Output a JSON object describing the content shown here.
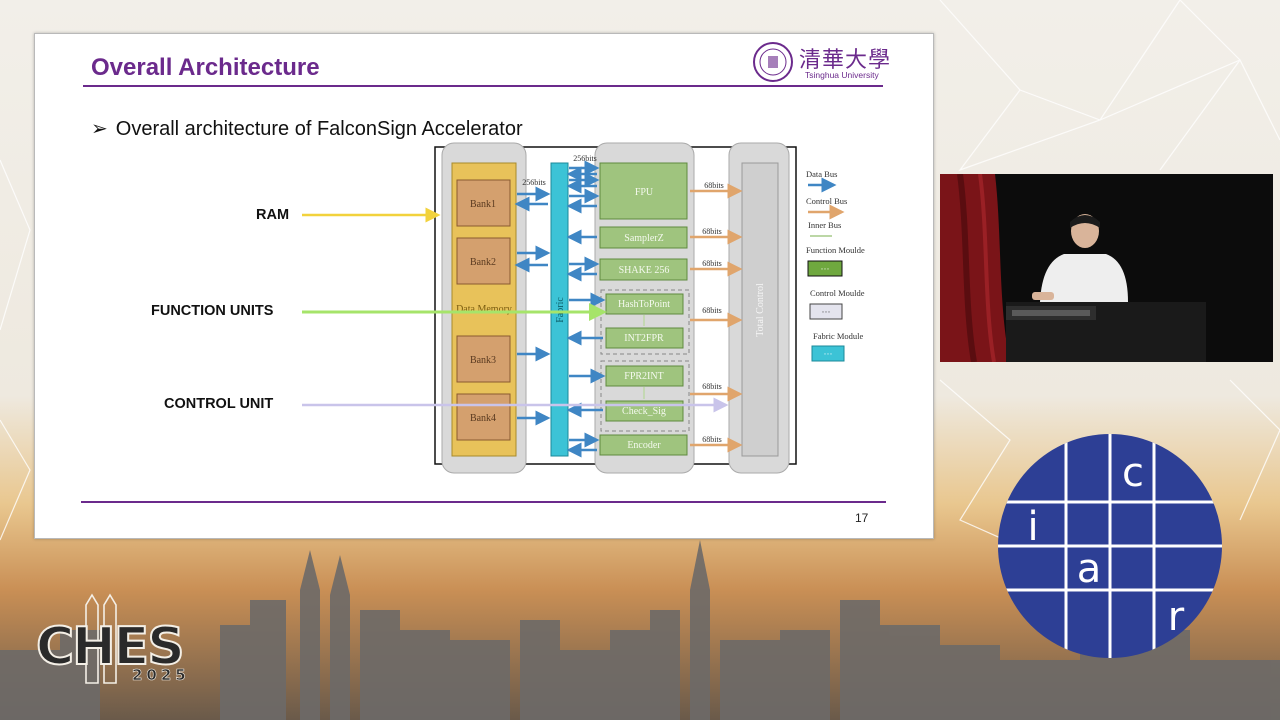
{
  "slide": {
    "title": "Overall Architecture",
    "bullet_marker": "➢",
    "bullet": "Overall architecture of FalconSign Accelerator",
    "page_number": "17",
    "logo": {
      "chinese": "清華大學",
      "english": "Tsinghua University"
    }
  },
  "labels": {
    "ram": "RAM",
    "function_units": "FUNCTION UNITS",
    "control_unit": "CONTROL UNIT"
  },
  "diagram": {
    "banks": [
      "Bank1",
      "Bank2",
      "Bank3",
      "Bank4"
    ],
    "data_memory": "Data Memory",
    "fabric": "Fabric",
    "total_control": "Total Control",
    "modules": [
      "FPU",
      "SamplerZ",
      "SHAKE 256",
      "HashToPoint",
      "INT2FPR",
      "FPR2INT",
      "Check_Sig",
      "Encoder"
    ],
    "bus_labels": {
      "mem_bus": "256bits",
      "fabric_top": "256bits",
      "ctrl_bus": "68bits"
    },
    "legend": {
      "data_bus": "Data Bus",
      "control_bus": "Control Bus",
      "inner_bus": "Inner Bus",
      "function_module": "Function Moulde",
      "control_module": "Control Moulde",
      "fabric_module": "Fabric Module",
      "ellipsis": "···"
    },
    "colors": {
      "bank": "#d4a06e",
      "memory": "#e8c25a",
      "fabric": "#3cc3d6",
      "module": "#9fc47e",
      "control": "#cfcfcf",
      "data_bus": "#3f86c4",
      "control_bus": "#e0a56c",
      "ram_arrow": "#f2d23c",
      "function_arrow": "#a6e46a",
      "control_arrow": "#c9c4ea"
    }
  },
  "logos": {
    "conference": "CHES",
    "conference_year": "2025",
    "iacr_letters": [
      "c",
      "i",
      "a",
      "r"
    ]
  }
}
